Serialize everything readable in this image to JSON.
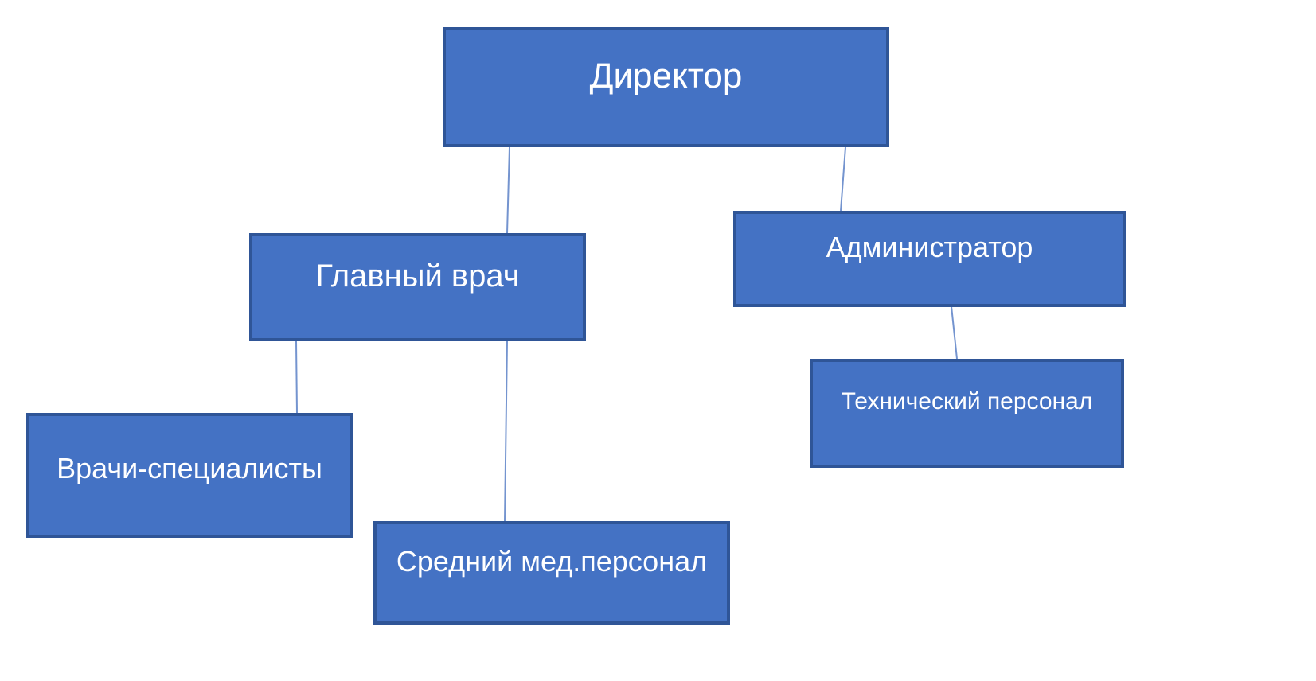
{
  "diagram": {
    "type": "org-chart",
    "language": "ru",
    "nodes": [
      {
        "id": "director",
        "label": "Директор",
        "level": 1
      },
      {
        "id": "chief-doctor",
        "label": "Главный врач",
        "level": 2
      },
      {
        "id": "administrator",
        "label": "Администратор",
        "level": 2
      },
      {
        "id": "specialists",
        "label": "Врачи-специалисты",
        "level": 3
      },
      {
        "id": "mid-medical",
        "label": "Средний мед.персонал",
        "level": 3
      },
      {
        "id": "technical",
        "label": "Технический персонал",
        "level": 3
      }
    ],
    "edges": [
      {
        "from": "director",
        "to": "chief-doctor"
      },
      {
        "from": "director",
        "to": "administrator"
      },
      {
        "from": "chief-doctor",
        "to": "specialists"
      },
      {
        "from": "chief-doctor",
        "to": "mid-medical"
      },
      {
        "from": "administrator",
        "to": "technical"
      }
    ],
    "colors": {
      "node_fill": "#4472c4",
      "node_border": "#2f5597",
      "connector": "#7494cf",
      "text": "#ffffff",
      "background": "#ffffff"
    }
  }
}
